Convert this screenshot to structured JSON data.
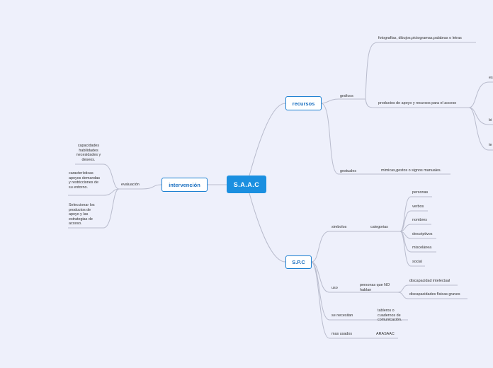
{
  "root": "S.A.A.C",
  "main": {
    "recursos": "recursos",
    "spc": "S.P.C",
    "intervencion": "intervención"
  },
  "recursos": {
    "graficos": "graficos",
    "fotografias": "fotografías, dibujos,pictogramas,palabras o letras",
    "productos": "productos de apoyo y recursos para el acceso",
    "es": "es",
    "bi": "bi",
    "te": "te",
    "gestuales": "gestuales",
    "mimicas": "mimicas,gestos o signos manuales."
  },
  "spc": {
    "simbolos": "simbolos",
    "categorias": "categorias",
    "cat_items": [
      "personas",
      "verbos",
      "nombres",
      "descriptivos",
      "miscelánea",
      "social"
    ],
    "uso": "uso",
    "personas_no_hablan": "personas que NO hablan",
    "disc_intelectual": "discapacidad intelectual",
    "disc_fisicas": "discapacidades físicas graves",
    "se_necesitan": "se necesitan",
    "tableros": "tableros o cuadernos de comunicación.",
    "mas_usados": "mas usados",
    "arasaac": "ARASAAC"
  },
  "intervencion": {
    "evaluacion": "evaluación",
    "capacidades": "capacidades habilidades necesidades y deseos.",
    "caracteristicas": "características apoyos demandas y restricciones de su entorno.",
    "seleccionar": "Seleccionar los productos de apoyo y las estrategias de acceso."
  }
}
